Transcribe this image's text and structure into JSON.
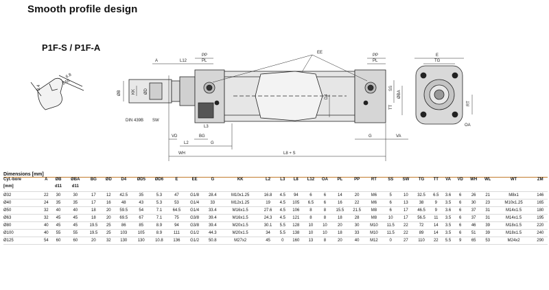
{
  "title": "Smooth profile design",
  "model": "P1F-S / P1F-A",
  "drawing_labels": {
    "A": "A",
    "L12": "L12",
    "PP": "PP",
    "PL": "PL",
    "EE": "EE",
    "E": "E",
    "TG": "TG",
    "B": "ØB",
    "KK": "KK",
    "D": "ØD",
    "D4": "D4",
    "SS": "SS",
    "BA": "ØBA",
    "TT": "TT",
    "RT": "RT",
    "OA": "OA",
    "DIN": "DIN 439B",
    "SW": "SW",
    "L3": "L3",
    "VD": "VD",
    "BG": "BG",
    "L2": "L2",
    "G": "G",
    "WH": "WH",
    "L8S": "L8 + S",
    "G2": "G",
    "VA": "VA",
    "d68": "6.8",
    "d555": "5.55",
    "d34": "3.4"
  },
  "table": {
    "caption": "Dimensions [mm]",
    "header_top": [
      "Cyl.-bore",
      "A",
      "ØB",
      "ØBA",
      "BG",
      "ØD",
      "D4",
      "ØD5",
      "ØD6",
      "E",
      "EE",
      "G",
      "KK",
      "L2",
      "L3",
      "L8",
      "L12",
      "OA",
      "PL",
      "PP",
      "RT",
      "SS",
      "SW",
      "TG",
      "TT",
      "VA",
      "VD",
      "WH",
      "WL",
      "WT",
      "ZM"
    ],
    "header_bottom": [
      "[mm]",
      "",
      "d11",
      "d11",
      "",
      "",
      "",
      "",
      "",
      "",
      "",
      "",
      "",
      "",
      "",
      "",
      "",
      "",
      "",
      "",
      "",
      "",
      "",
      "",
      "",
      "",
      "",
      "",
      "",
      "",
      ""
    ],
    "rows": [
      [
        "Ø32",
        "22",
        "30",
        "30",
        "17",
        "12",
        "42.5",
        "35",
        "5.3",
        "47",
        "G1/8",
        "28.4",
        "M10x1.25",
        "16.8",
        "4.5",
        "94",
        "6",
        "6",
        "14",
        "20",
        "M6",
        "5",
        "10",
        "32.5",
        "6.5",
        "3.6",
        "6",
        "26",
        "21",
        "M8x1",
        "146"
      ],
      [
        "Ø40",
        "24",
        "35",
        "35",
        "17",
        "16",
        "48",
        "43",
        "5.3",
        "53",
        "G1/4",
        "33",
        "M12x1.25",
        "19",
        "4.5",
        "105",
        "6.5",
        "6",
        "16",
        "22",
        "M6",
        "6",
        "13",
        "38",
        "9",
        "3.5",
        "6",
        "30",
        "23",
        "M10x1.25",
        "165"
      ],
      [
        "Ø50",
        "32",
        "40",
        "40",
        "18",
        "20",
        "59.5",
        "54",
        "7.1",
        "64.5",
        "G1/4",
        "33.4",
        "M16x1.5",
        "27.6",
        "4.5",
        "106",
        "8",
        "8",
        "15.5",
        "21.5",
        "M8",
        "6",
        "17",
        "46.5",
        "9",
        "3.6",
        "6",
        "37",
        "31",
        "M14x1.5",
        "180"
      ],
      [
        "Ø63",
        "32",
        "45",
        "45",
        "18",
        "20",
        "69.5",
        "67",
        "7.1",
        "75",
        "G3/8",
        "39.4",
        "M16x1.5",
        "24.3",
        "4.5",
        "121",
        "8",
        "8",
        "18",
        "28",
        "M8",
        "10",
        "17",
        "56.5",
        "11",
        "3.5",
        "6",
        "37",
        "31",
        "M14x1.5",
        "195"
      ],
      [
        "Ø80",
        "40",
        "45",
        "45",
        "19.5",
        "25",
        "86",
        "85",
        "8.9",
        "94",
        "G3/8",
        "39.4",
        "M20x1.5",
        "30.1",
        "5.5",
        "128",
        "10",
        "10",
        "20",
        "30",
        "M10",
        "11.5",
        "22",
        "72",
        "14",
        "3.5",
        "6",
        "46",
        "39",
        "M18x1.5",
        "220"
      ],
      [
        "Ø100",
        "40",
        "55",
        "55",
        "19.5",
        "25",
        "103",
        "105",
        "8.9",
        "111",
        "G1/2",
        "44.3",
        "M20x1.5",
        "34",
        "5.5",
        "138",
        "10",
        "10",
        "18",
        "33",
        "M10",
        "11.5",
        "22",
        "89",
        "14",
        "3.5",
        "6",
        "51",
        "39",
        "M18x1.5",
        "240"
      ],
      [
        "Ø125",
        "54",
        "60",
        "60",
        "20",
        "32",
        "130",
        "130",
        "10.8",
        "136",
        "G1/2",
        "50.8",
        "M27x2",
        "45",
        "0",
        "160",
        "13",
        "8",
        "20",
        "40",
        "M12",
        "0",
        "27",
        "110",
        "22",
        "5.5",
        "9",
        "65",
        "53",
        "M24x2",
        "290"
      ]
    ]
  }
}
